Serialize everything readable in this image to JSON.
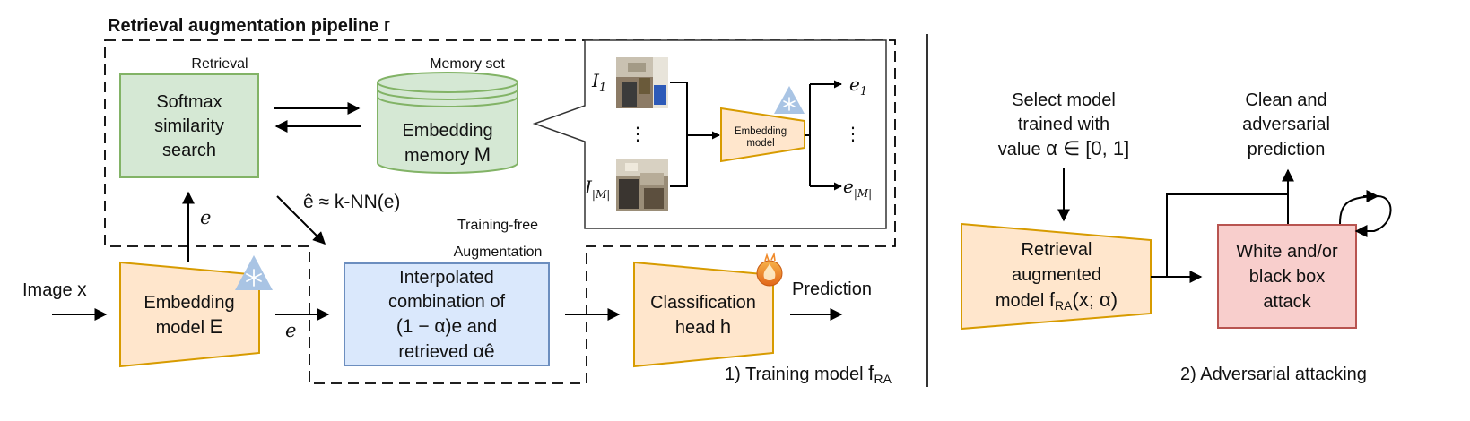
{
  "pipeline": {
    "title": "Retrieval augmentation pipeline",
    "title_symbol": "r"
  },
  "retrieval": {
    "section_label": "Retrieval",
    "box_lines": [
      "Softmax",
      "similarity",
      "search"
    ]
  },
  "memory": {
    "section_label": "Memory set",
    "line1": "Embedding",
    "line2_prefix": "memory",
    "line2_symbol": "M"
  },
  "knn_label": {
    "lhs": "ê",
    "approx": "≈",
    "k": "k",
    "mid": "-NN(",
    "e": "e",
    "close": ")"
  },
  "callout": {
    "image_first": "I",
    "image_first_sub": "1",
    "image_last": "I",
    "image_last_sub": "|M|",
    "dots": "⋮",
    "model_line1": "Embedding",
    "model_line2": "model",
    "emb_first": "e",
    "emb_first_sub": "1",
    "emb_last": "e",
    "emb_last_sub": "|M|"
  },
  "input": {
    "prefix": "Image",
    "symbol": "x"
  },
  "embedding_model": {
    "line1": "Embedding",
    "line2_prefix": "model",
    "line2_symbol": "E"
  },
  "edge_e_up": "e",
  "edge_e_right": "e",
  "augmentation": {
    "label_line1": "Training-free",
    "label_line2": "Augmentation",
    "line1": "Interpolated",
    "line2": "combination of",
    "line3_math": "(1 − α)e",
    "line3_text": "and",
    "line4_text": "retrieved",
    "line4_math": "αê"
  },
  "classifier": {
    "line1": "Classification",
    "line2_prefix": "head",
    "line2_symbol": "h"
  },
  "prediction_label": "Prediction",
  "part1_caption": {
    "text": "1) Training model",
    "symbol": "f",
    "symbol_sub": "RA"
  },
  "part2": {
    "select_lines": [
      "Select model",
      "trained with"
    ],
    "select_line3_text": "value",
    "select_line3_math": "α ∈ [0, 1]",
    "clean_lines": [
      "Clean and",
      "adversarial",
      "prediction"
    ],
    "ra_line1": "Retrieval",
    "ra_line2": "augmented",
    "ra_line3_text": "model",
    "ra_line3_f": "f",
    "ra_line3_sub": "RA",
    "ra_line3_args": "(x; α)",
    "attack_lines": [
      "White and/or",
      "black box",
      "attack"
    ],
    "caption": "2) Adversarial attacking"
  },
  "colors": {
    "green_fill": "#d5e8d4",
    "green_stroke": "#82b366",
    "orange_fill": "#ffe6cc",
    "orange_stroke": "#d79b00",
    "blue_fill": "#dae8fc",
    "blue_stroke": "#6c8ebf",
    "red_fill": "#f8cecc",
    "red_stroke": "#b85450",
    "snow_badge": "#a9c4e4",
    "fire": "#ec7a1a"
  },
  "icons": [
    "snowflake-icon",
    "fire-icon"
  ]
}
